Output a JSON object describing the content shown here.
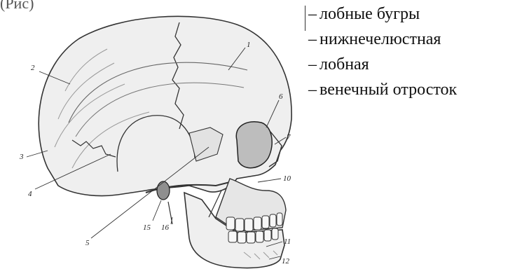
{
  "caption": "(Рис)",
  "figure": {
    "labels": [
      {
        "id": "l1",
        "text": "1"
      },
      {
        "id": "l2",
        "text": "2"
      },
      {
        "id": "l3",
        "text": "3"
      },
      {
        "id": "l4",
        "text": "4"
      },
      {
        "id": "l5",
        "text": "5"
      },
      {
        "id": "l6",
        "text": "6"
      },
      {
        "id": "l7",
        "text": "7"
      },
      {
        "id": "l10",
        "text": "10"
      },
      {
        "id": "l11",
        "text": "11"
      },
      {
        "id": "l12",
        "text": "12"
      },
      {
        "id": "l15",
        "text": "15"
      },
      {
        "id": "l16",
        "text": "16"
      }
    ]
  },
  "answers": [
    {
      "dash": "–",
      "text": "лобные бугры"
    },
    {
      "dash": "–",
      "text": "нижнечелюстная"
    },
    {
      "dash": "–",
      "text": "лобная"
    },
    {
      "dash": "–",
      "text": "венечный отросток"
    }
  ]
}
